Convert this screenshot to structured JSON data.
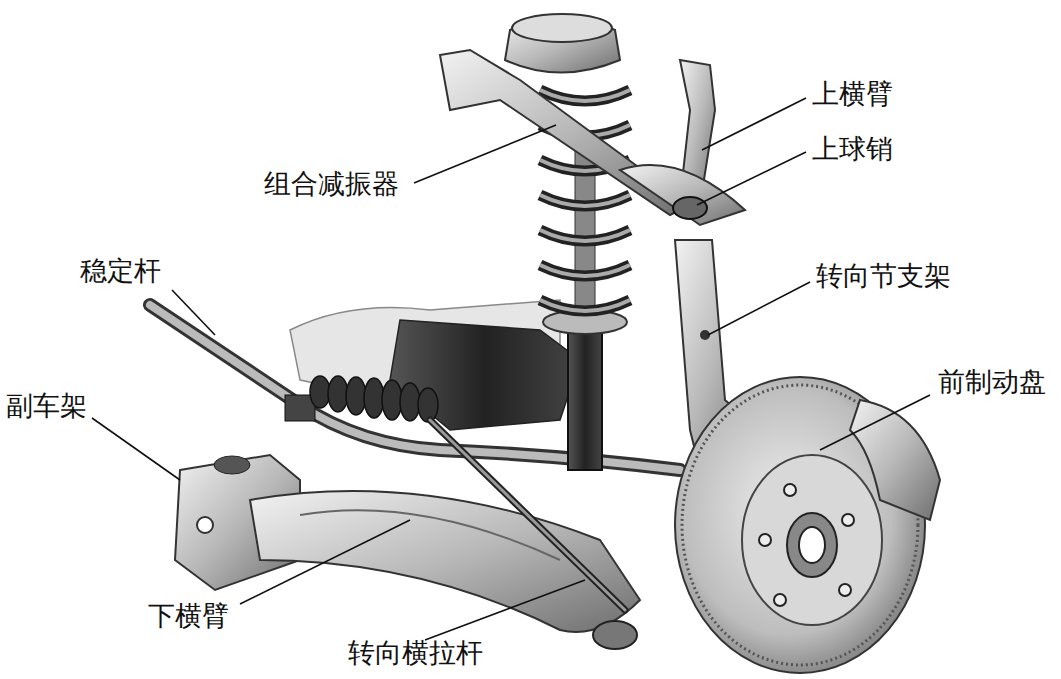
{
  "diagram": {
    "labels": [
      "上横臂",
      "上球销",
      "组合减振器",
      "稳定杆",
      "转向节支架",
      "前制动盘",
      "副车架",
      "下横臂",
      "转向横拉杆"
    ]
  }
}
